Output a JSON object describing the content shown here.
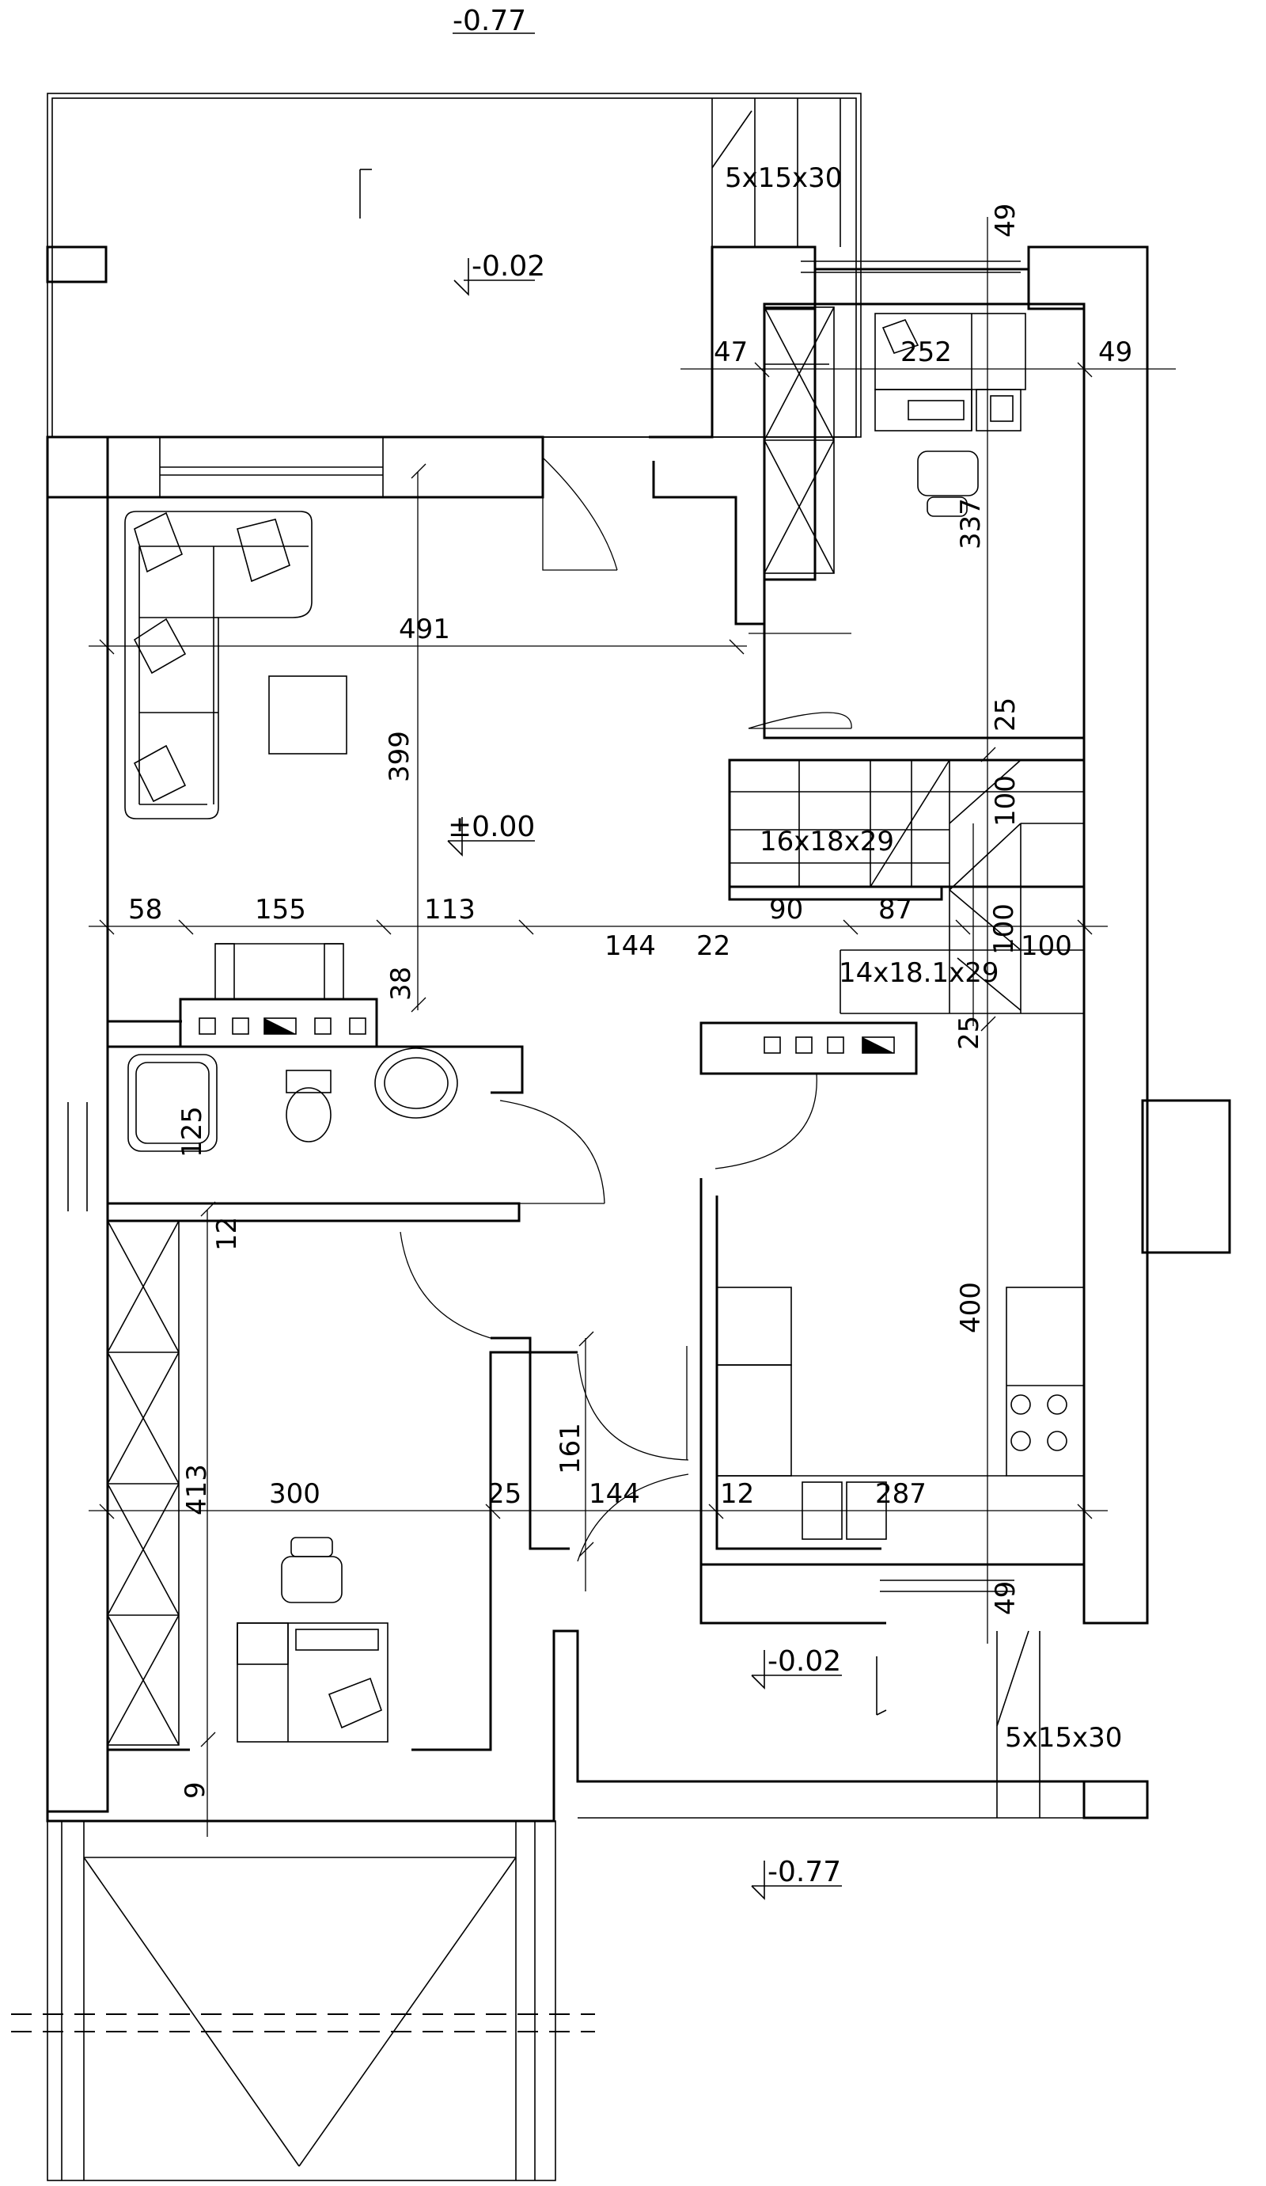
{
  "levels": {
    "top_outside": "-0.77",
    "terrace_north": "-0.02",
    "living_floor": "±0.00",
    "entrance_south": "-0.02",
    "bottom_outside": "-0.77"
  },
  "steps": {
    "north": "5x15x30",
    "south": "5x15x30",
    "stair_upper": "16x18x29",
    "stair_lower": "14x18.1x29"
  },
  "dimensions": {
    "d49_top": "49",
    "d47": "47",
    "d252": "252",
    "d49_right": "49",
    "d337": "337",
    "d491": "491",
    "d399": "399",
    "d25_a": "25",
    "d100_a": "100",
    "d58": "58",
    "d155": "155",
    "d113": "113",
    "d144_a": "144",
    "d22": "22",
    "d90": "90",
    "d87": "87",
    "d100_b": "100",
    "d100_c": "100",
    "d38": "38",
    "d25_b": "25",
    "d125": "125",
    "d12_a": "12",
    "d400": "400",
    "d413": "413",
    "d161": "161",
    "d300": "300",
    "d25_c": "25",
    "d144_b": "144",
    "d12_b": "12",
    "d287": "287",
    "d49_bottom": "49",
    "d9": "9"
  }
}
